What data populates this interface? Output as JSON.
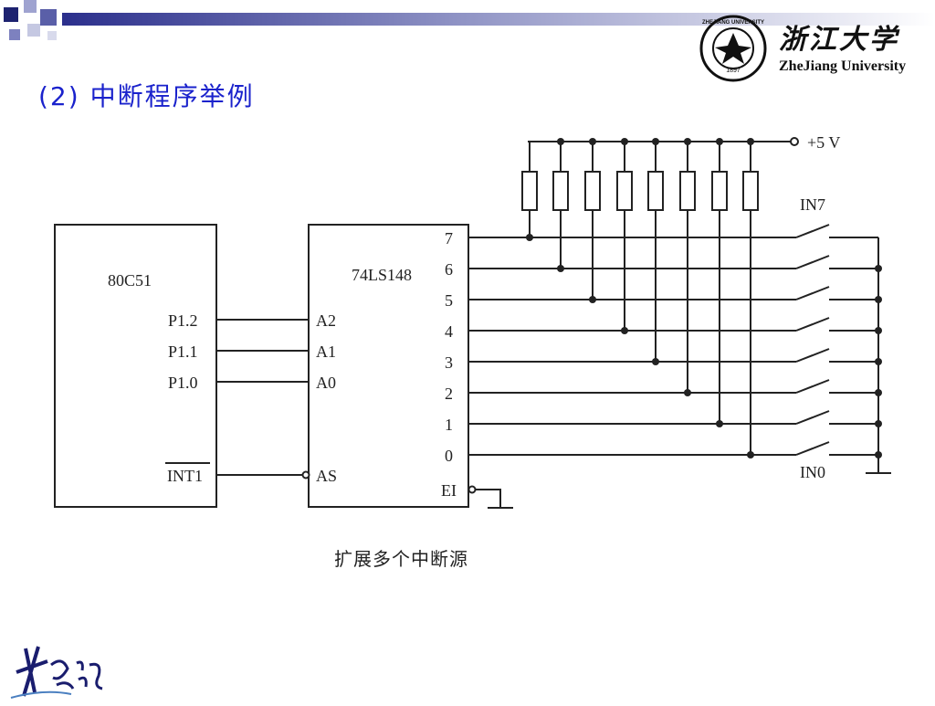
{
  "slide": {
    "title": "(2)  中断程序举例",
    "caption": "扩展多个中断源"
  },
  "logo": {
    "name_cn": "浙江大学",
    "name_en": "ZheJiang University",
    "seal_text": "ZHEJIANG UNIVERSITY",
    "seal_year": "1897"
  },
  "signature": "求是之光",
  "circuit": {
    "cpu_label": "80C51",
    "cpu_pins": [
      "P1.2",
      "P1.1",
      "P1.0",
      "INT1"
    ],
    "encoder_label": "74LS148",
    "encoder_left_pins": [
      "A2",
      "A1",
      "A0",
      "AS"
    ],
    "encoder_right_pins": [
      "7",
      "6",
      "5",
      "4",
      "3",
      "2",
      "1",
      "0"
    ],
    "enable_pin": "EI",
    "supply": "+5 V",
    "switch_top": "IN7",
    "switch_bottom": "IN0"
  },
  "colors": {
    "title": "#1a22cc",
    "bar_dark": "#2b2f8c",
    "bar_light": "#b8bbd8"
  }
}
